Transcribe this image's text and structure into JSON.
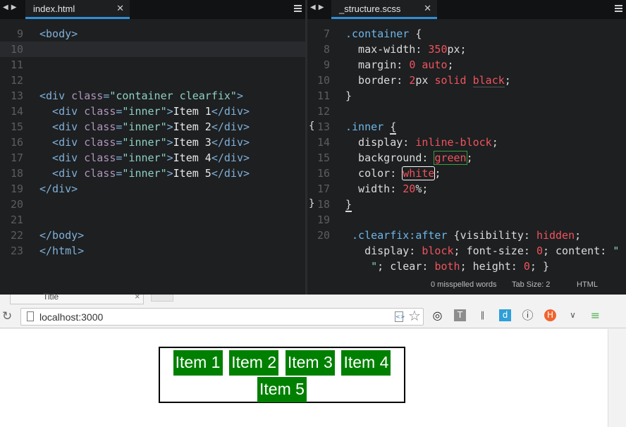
{
  "editor": {
    "left_tab": "index.html",
    "right_tab": "_structure.scss",
    "status": {
      "spelling": "0 misspelled words",
      "tab_size": "Tab Size: 2",
      "syntax": "HTML"
    },
    "left_lines": [
      {
        "n": "9",
        "tokens": [
          {
            "c": "t-tag",
            "t": "<body>"
          }
        ]
      },
      {
        "n": "10",
        "tokens": []
      },
      {
        "n": "11",
        "tokens": []
      },
      {
        "n": "12",
        "tokens": []
      },
      {
        "n": "13",
        "tokens": [
          {
            "c": "t-tag",
            "t": "<div "
          },
          {
            "c": "t-attr",
            "t": "class"
          },
          {
            "c": "t-tag",
            "t": "="
          },
          {
            "c": "t-str",
            "t": "\"container clearfix\""
          },
          {
            "c": "t-tag",
            "t": ">"
          }
        ]
      },
      {
        "n": "14",
        "tokens": [
          {
            "c": "t-tag",
            "t": "  <div "
          },
          {
            "c": "t-attr",
            "t": "class"
          },
          {
            "c": "t-tag",
            "t": "="
          },
          {
            "c": "t-str",
            "t": "\"inner\""
          },
          {
            "c": "t-tag",
            "t": ">"
          },
          {
            "c": "t-text",
            "t": "Item 1"
          },
          {
            "c": "t-tag",
            "t": "</div>"
          }
        ]
      },
      {
        "n": "15",
        "tokens": [
          {
            "c": "t-tag",
            "t": "  <div "
          },
          {
            "c": "t-attr",
            "t": "class"
          },
          {
            "c": "t-tag",
            "t": "="
          },
          {
            "c": "t-str",
            "t": "\"inner\""
          },
          {
            "c": "t-tag",
            "t": ">"
          },
          {
            "c": "t-text",
            "t": "Item 2"
          },
          {
            "c": "t-tag",
            "t": "</div>"
          }
        ]
      },
      {
        "n": "16",
        "tokens": [
          {
            "c": "t-tag",
            "t": "  <div "
          },
          {
            "c": "t-attr",
            "t": "class"
          },
          {
            "c": "t-tag",
            "t": "="
          },
          {
            "c": "t-str",
            "t": "\"inner\""
          },
          {
            "c": "t-tag",
            "t": ">"
          },
          {
            "c": "t-text",
            "t": "Item 3"
          },
          {
            "c": "t-tag",
            "t": "</div>"
          }
        ]
      },
      {
        "n": "17",
        "tokens": [
          {
            "c": "t-tag",
            "t": "  <div "
          },
          {
            "c": "t-attr",
            "t": "class"
          },
          {
            "c": "t-tag",
            "t": "="
          },
          {
            "c": "t-str",
            "t": "\"inner\""
          },
          {
            "c": "t-tag",
            "t": ">"
          },
          {
            "c": "t-text",
            "t": "Item 4"
          },
          {
            "c": "t-tag",
            "t": "</div>"
          }
        ]
      },
      {
        "n": "18",
        "tokens": [
          {
            "c": "t-tag",
            "t": "  <div "
          },
          {
            "c": "t-attr",
            "t": "class"
          },
          {
            "c": "t-tag",
            "t": "="
          },
          {
            "c": "t-str",
            "t": "\"inner\""
          },
          {
            "c": "t-tag",
            "t": ">"
          },
          {
            "c": "t-text",
            "t": "Item 5"
          },
          {
            "c": "t-tag",
            "t": "</div>"
          }
        ]
      },
      {
        "n": "19",
        "tokens": [
          {
            "c": "t-tag",
            "t": "</div>"
          }
        ]
      },
      {
        "n": "20",
        "tokens": []
      },
      {
        "n": "21",
        "tokens": []
      },
      {
        "n": "22",
        "tokens": [
          {
            "c": "t-tag",
            "t": "</body>"
          }
        ]
      },
      {
        "n": "23",
        "tokens": [
          {
            "c": "t-tag",
            "t": "</html>"
          }
        ]
      }
    ],
    "right_lines": [
      {
        "n": "7",
        "tokens": [
          {
            "c": "t-sel",
            "t": ".container "
          },
          {
            "c": "t-plain",
            "t": "{"
          }
        ]
      },
      {
        "n": "8",
        "tokens": [
          {
            "c": "t-prop",
            "t": "  max-width: "
          },
          {
            "c": "t-num",
            "t": "350"
          },
          {
            "c": "t-plain",
            "t": "px;"
          }
        ]
      },
      {
        "n": "9",
        "tokens": [
          {
            "c": "t-prop",
            "t": "  margin: "
          },
          {
            "c": "t-num",
            "t": "0"
          },
          {
            "c": "t-plain",
            "t": " "
          },
          {
            "c": "t-val",
            "t": "auto"
          },
          {
            "c": "t-plain",
            "t": ";"
          }
        ]
      },
      {
        "n": "10",
        "tokens": [
          {
            "c": "t-prop",
            "t": "  border: "
          },
          {
            "c": "t-num",
            "t": "2"
          },
          {
            "c": "t-plain",
            "t": "px "
          },
          {
            "c": "t-val",
            "t": "solid"
          },
          {
            "c": "t-plain",
            "t": " "
          },
          {
            "c": "t-val box-black",
            "t": "black"
          },
          {
            "c": "t-plain",
            "t": ";"
          }
        ]
      },
      {
        "n": "11",
        "tokens": [
          {
            "c": "t-plain",
            "t": "}"
          }
        ]
      },
      {
        "n": "12",
        "tokens": []
      },
      {
        "n": "13",
        "tokens": [
          {
            "c": "t-sel",
            "t": ".inner "
          },
          {
            "c": "t-plain u-bracket",
            "t": "{"
          }
        ]
      },
      {
        "n": "14",
        "tokens": [
          {
            "c": "t-prop",
            "t": "  display: "
          },
          {
            "c": "t-val",
            "t": "inline-block"
          },
          {
            "c": "t-plain",
            "t": ";"
          }
        ]
      },
      {
        "n": "15",
        "tokens": [
          {
            "c": "t-prop",
            "t": "  background: "
          },
          {
            "c": "t-val box-green",
            "t": "green"
          },
          {
            "c": "t-plain",
            "t": ";"
          }
        ]
      },
      {
        "n": "16",
        "tokens": [
          {
            "c": "t-prop",
            "t": "  color: "
          },
          {
            "c": "t-val box-white",
            "t": "white"
          },
          {
            "c": "t-plain",
            "t": ";"
          }
        ]
      },
      {
        "n": "17",
        "tokens": [
          {
            "c": "t-prop",
            "t": "  width: "
          },
          {
            "c": "t-num",
            "t": "20"
          },
          {
            "c": "t-plain",
            "t": "%;"
          }
        ]
      },
      {
        "n": "18",
        "tokens": [
          {
            "c": "t-plain u-bracket",
            "t": "}"
          }
        ]
      },
      {
        "n": "19",
        "tokens": []
      },
      {
        "n": "20",
        "tokens": [
          {
            "c": "t-sel",
            "t": " .clearfix:after "
          },
          {
            "c": "t-plain",
            "t": "{"
          },
          {
            "c": "t-prop",
            "t": "visibility: "
          },
          {
            "c": "t-val",
            "t": "hidden"
          },
          {
            "c": "t-plain",
            "t": ";"
          }
        ]
      },
      {
        "n": "",
        "tokens": [
          {
            "c": "t-prop",
            "t": "   display: "
          },
          {
            "c": "t-val",
            "t": "block"
          },
          {
            "c": "t-plain",
            "t": "; font-size: "
          },
          {
            "c": "t-num",
            "t": "0"
          },
          {
            "c": "t-plain",
            "t": "; content: "
          },
          {
            "c": "t-str",
            "t": "\""
          }
        ]
      },
      {
        "n": "",
        "tokens": [
          {
            "c": "t-str",
            "t": "    \""
          },
          {
            "c": "t-plain",
            "t": "; clear: "
          },
          {
            "c": "t-val",
            "t": "both"
          },
          {
            "c": "t-plain",
            "t": "; height: "
          },
          {
            "c": "t-num",
            "t": "0"
          },
          {
            "c": "t-plain",
            "t": "; }"
          }
        ]
      }
    ]
  },
  "browser": {
    "tab_title": "Title",
    "url": "localhost:3000",
    "items": [
      "Item 1",
      "Item 2",
      "Item 3",
      "Item 4",
      "Item 5"
    ],
    "extensions": [
      {
        "name": "ghostery-icon",
        "glyph": "◎",
        "color": "#222222",
        "bg": "transparent"
      },
      {
        "name": "tagger-icon",
        "glyph": "T",
        "color": "#ffffff",
        "bg": "#8d8d8d"
      },
      {
        "name": "library-icon",
        "glyph": "∥",
        "color": "#555555",
        "bg": "transparent"
      },
      {
        "name": "disqus-icon",
        "glyph": "d",
        "color": "#ffffff",
        "bg": "#2e9fd8"
      },
      {
        "name": "info-icon",
        "glyph": "ⓘ",
        "color": "#444444",
        "bg": "transparent"
      },
      {
        "name": "hacker-icon",
        "glyph": "H",
        "color": "#ffffff",
        "bg": "#f0642d"
      },
      {
        "name": "pocket-icon",
        "glyph": "∨",
        "color": "#555555",
        "bg": "transparent"
      },
      {
        "name": "menu-icon",
        "glyph": "≡",
        "color": "#4caf50",
        "bg": "transparent"
      }
    ]
  }
}
